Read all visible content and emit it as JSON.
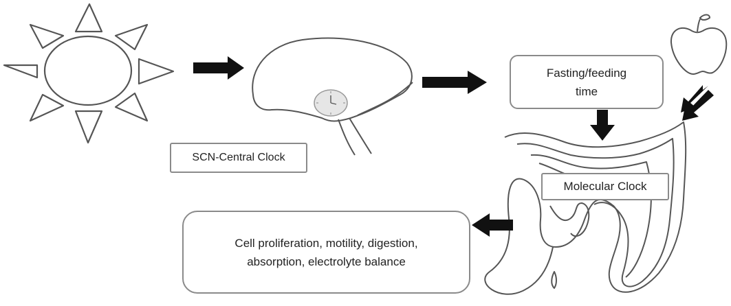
{
  "labels": {
    "scn_central_clock": "SCN-Central Clock",
    "fasting_feeding": "Fasting/feeding\ntime",
    "molecular_clock": "Molecular Clock",
    "cell_functions": "Cell proliferation, motility, digestion,\nabsorption, electrolyte balance"
  },
  "icons": {
    "sun": "sun-icon",
    "brain": "brain-icon",
    "apple": "apple-icon",
    "intestine": "intestine-icon",
    "clock": "clock-icon"
  },
  "colors": {
    "stroke": "#555555",
    "arrow": "#111111",
    "box_border": "#8a8a8a",
    "text": "#222222"
  }
}
